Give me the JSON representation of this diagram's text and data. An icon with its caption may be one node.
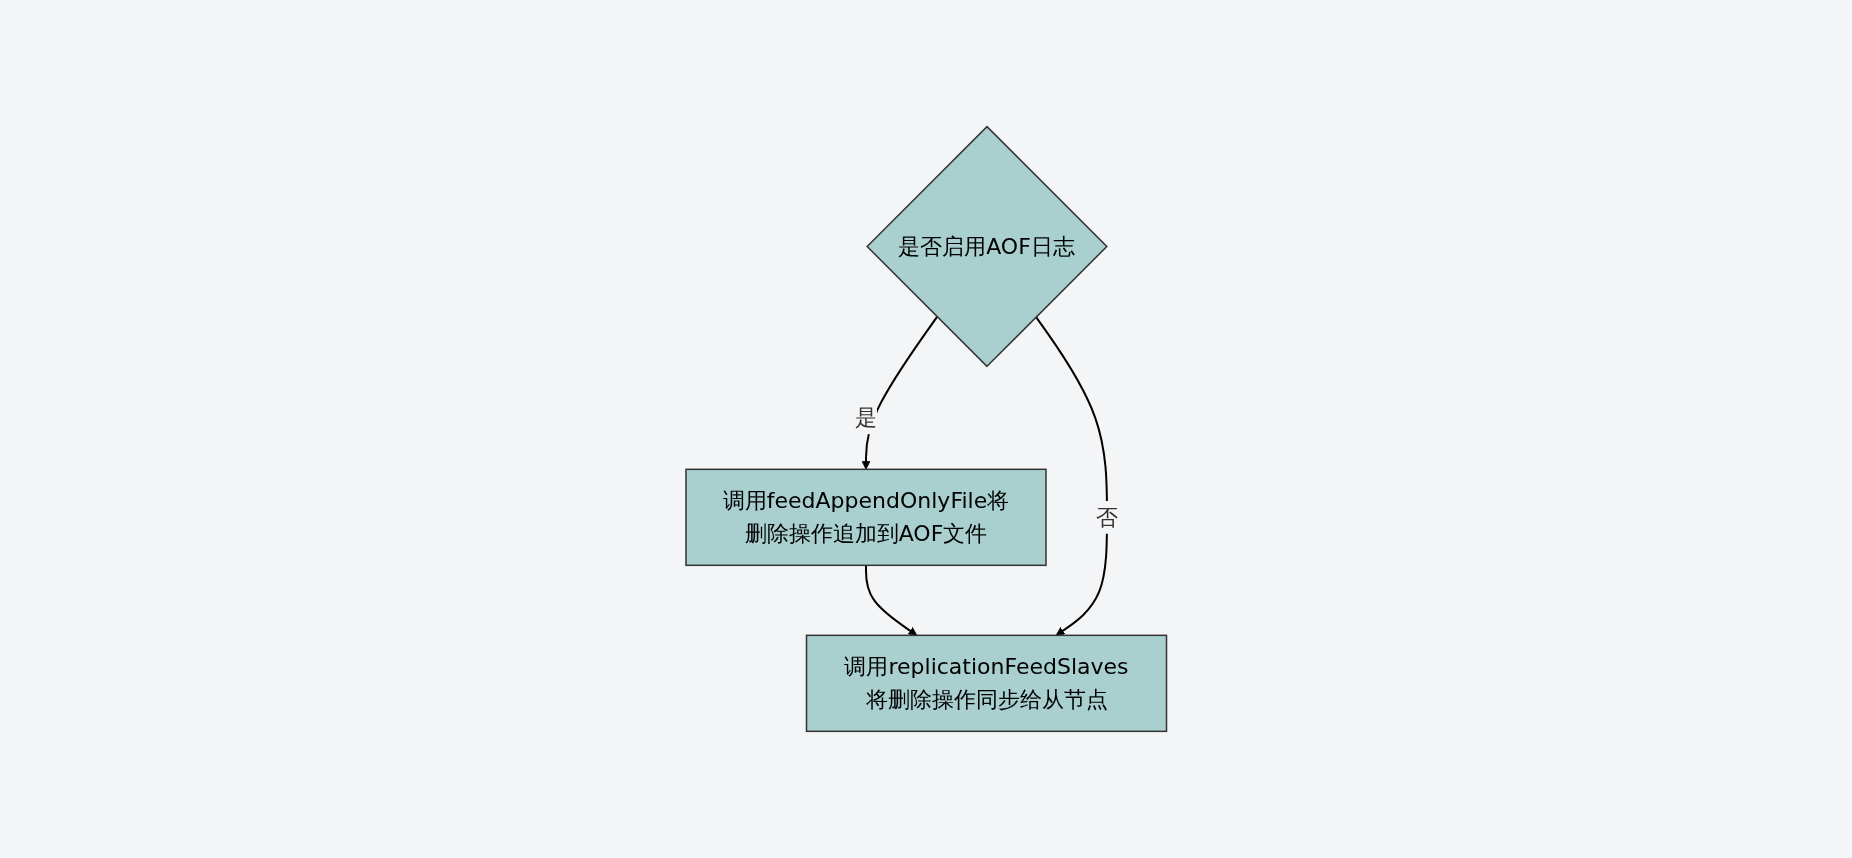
{
  "diagram": {
    "nodes": [
      {
        "text": [
          "是否启用AOF日志"
        ]
      },
      {
        "text": [
          "调用feedAppendOnlyFile将删除操作追加到AOF文件"
        ]
      },
      {
        "text": [
          "调用replicationFeedSlaves将删除操作同步给从节点"
        ]
      }
    ],
    "edges": [
      {
        "from": 0,
        "to": 1,
        "arrow": "to",
        "label": "是"
      },
      {
        "from": 1,
        "to": 2,
        "arrow": "to"
      },
      {
        "from": 0,
        "to": 2,
        "arrow": "to",
        "label": "否"
      }
    ]
  }
}
